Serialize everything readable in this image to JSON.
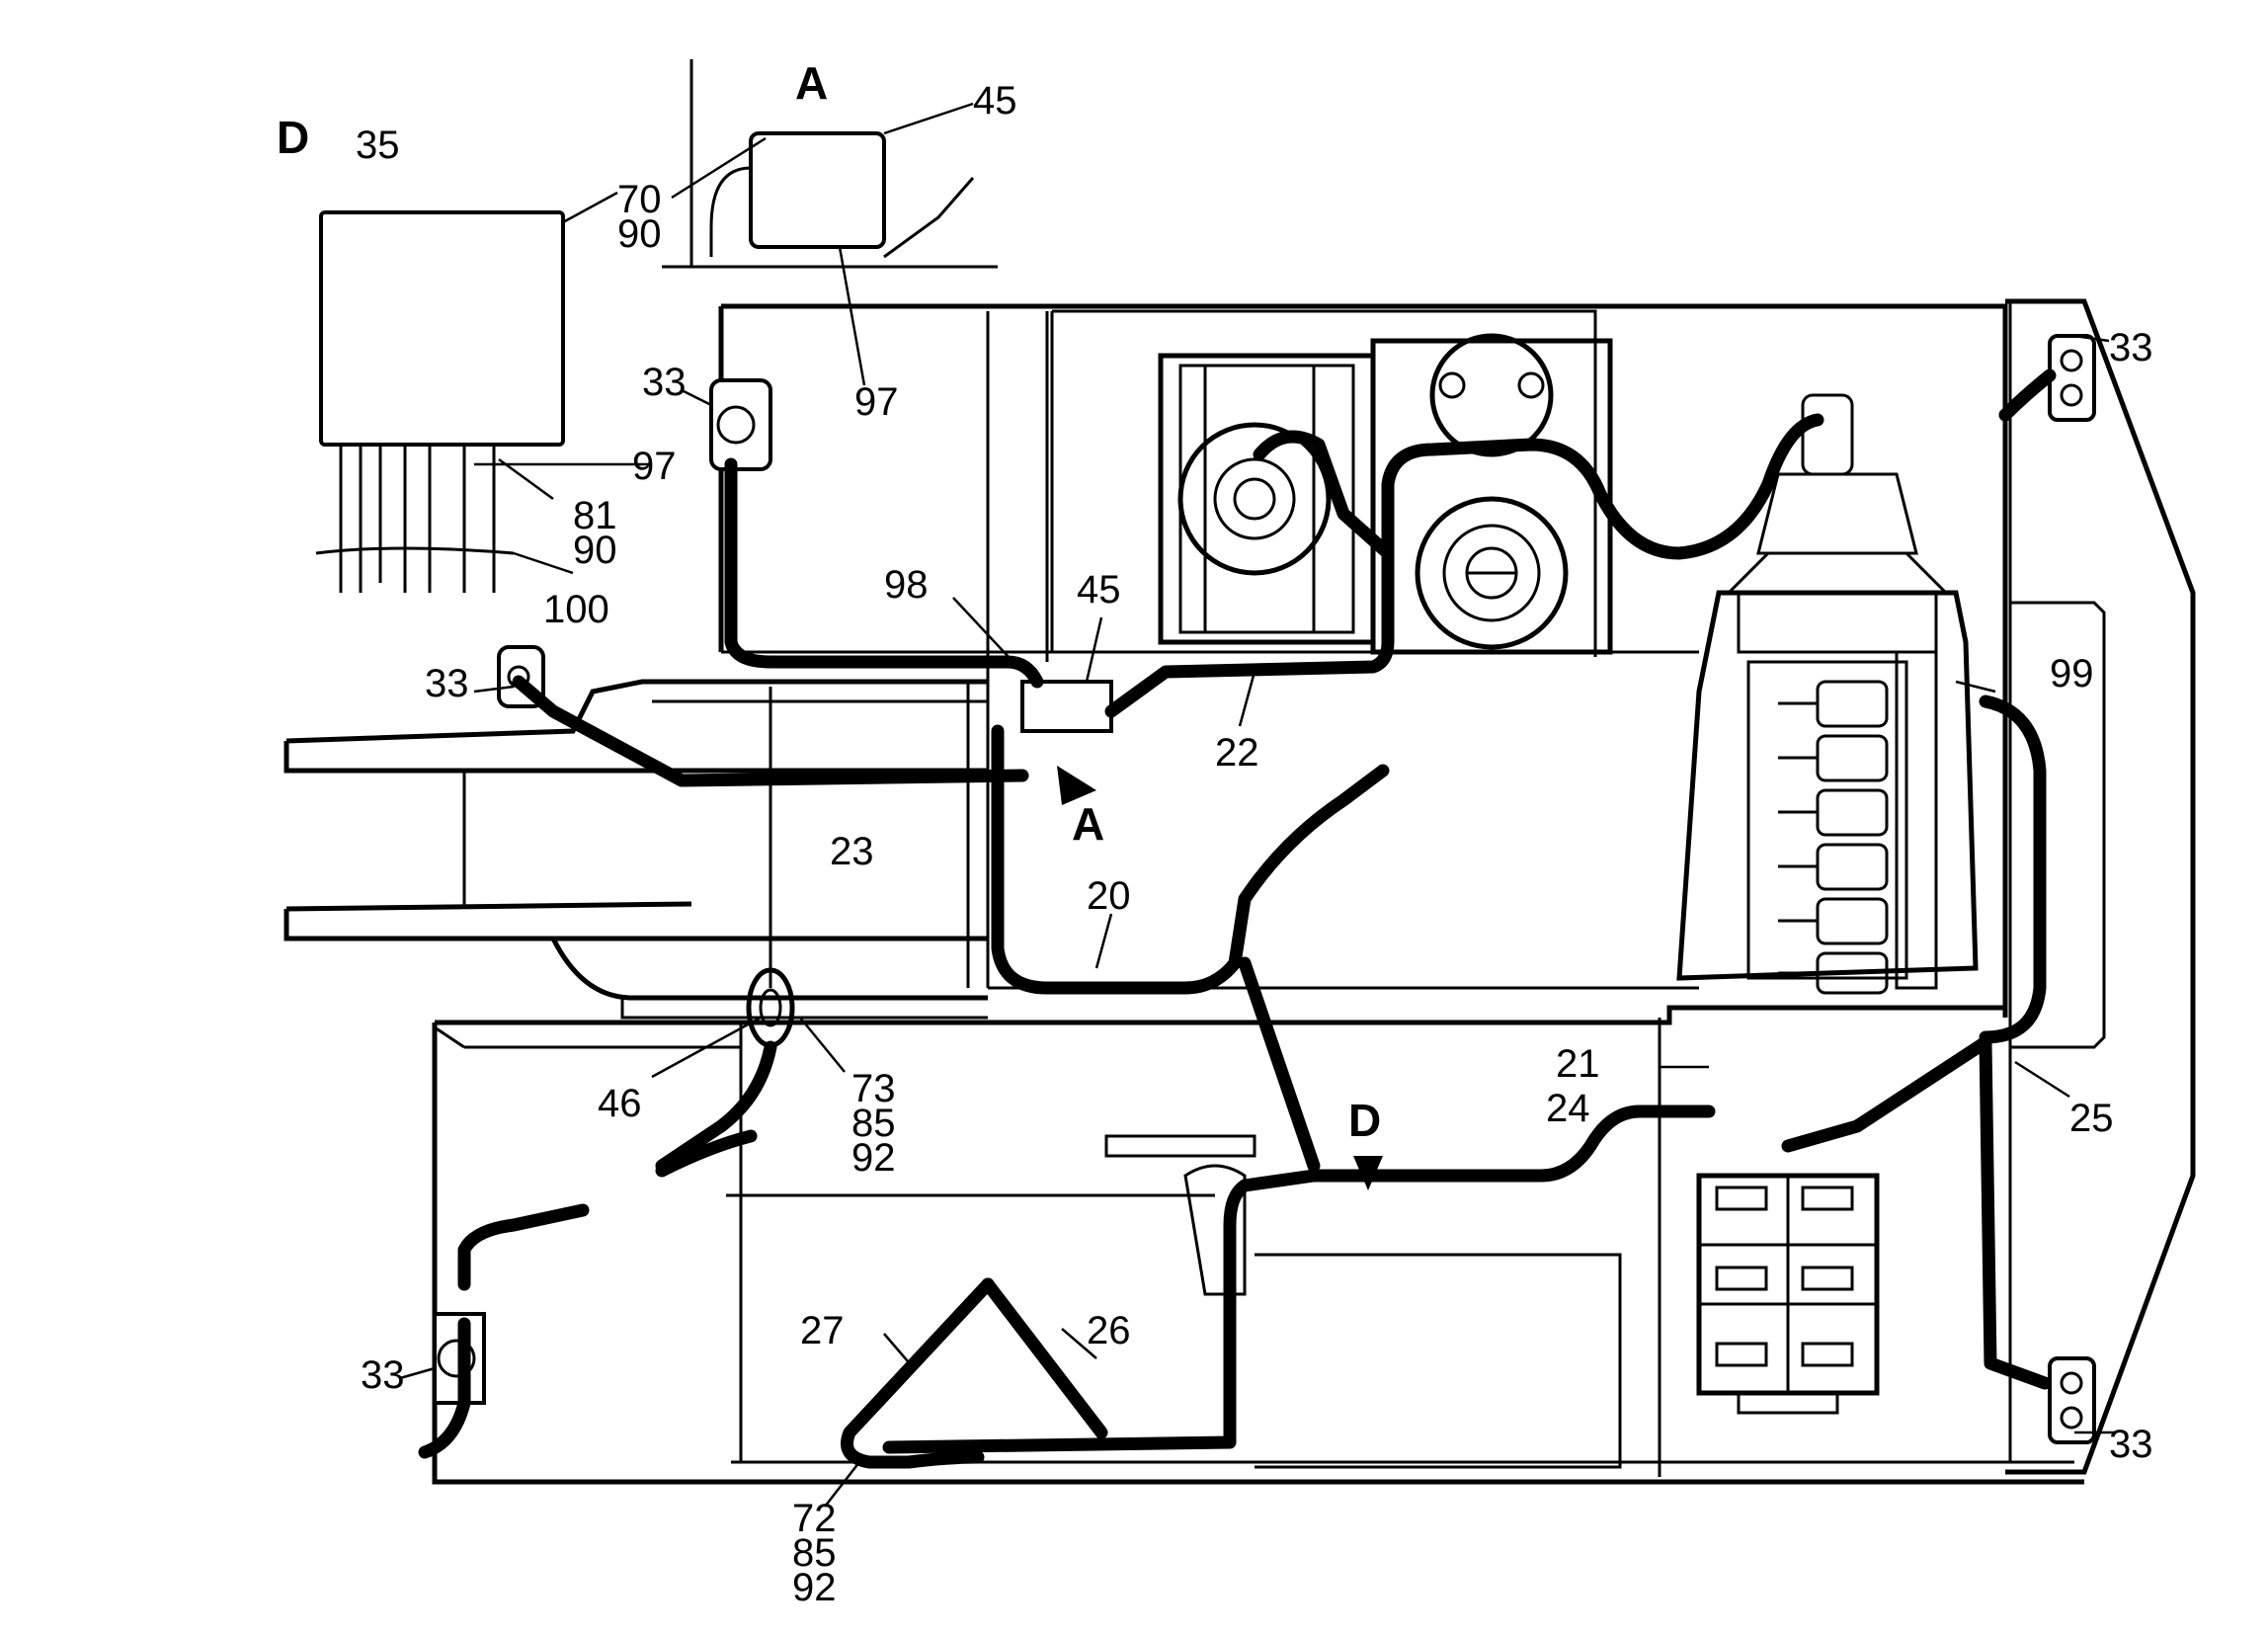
{
  "view_labels": {
    "A": "A",
    "D": "D"
  },
  "callouts": {
    "c20": "20",
    "c21": "21",
    "c22": "22",
    "c23": "23",
    "c24": "24",
    "c25": "25",
    "c26": "26",
    "c27": "27",
    "c33": "33",
    "c35": "35",
    "c45": "45",
    "c46": "46",
    "c70": "70",
    "c72": "72",
    "c73": "73",
    "c81": "81",
    "c85": "85",
    "c90": "90",
    "c92": "92",
    "c97": "97",
    "c98": "98",
    "c99": "99",
    "c100": "100"
  },
  "colors": {
    "ink": "#000000",
    "paper": "#ffffff"
  }
}
